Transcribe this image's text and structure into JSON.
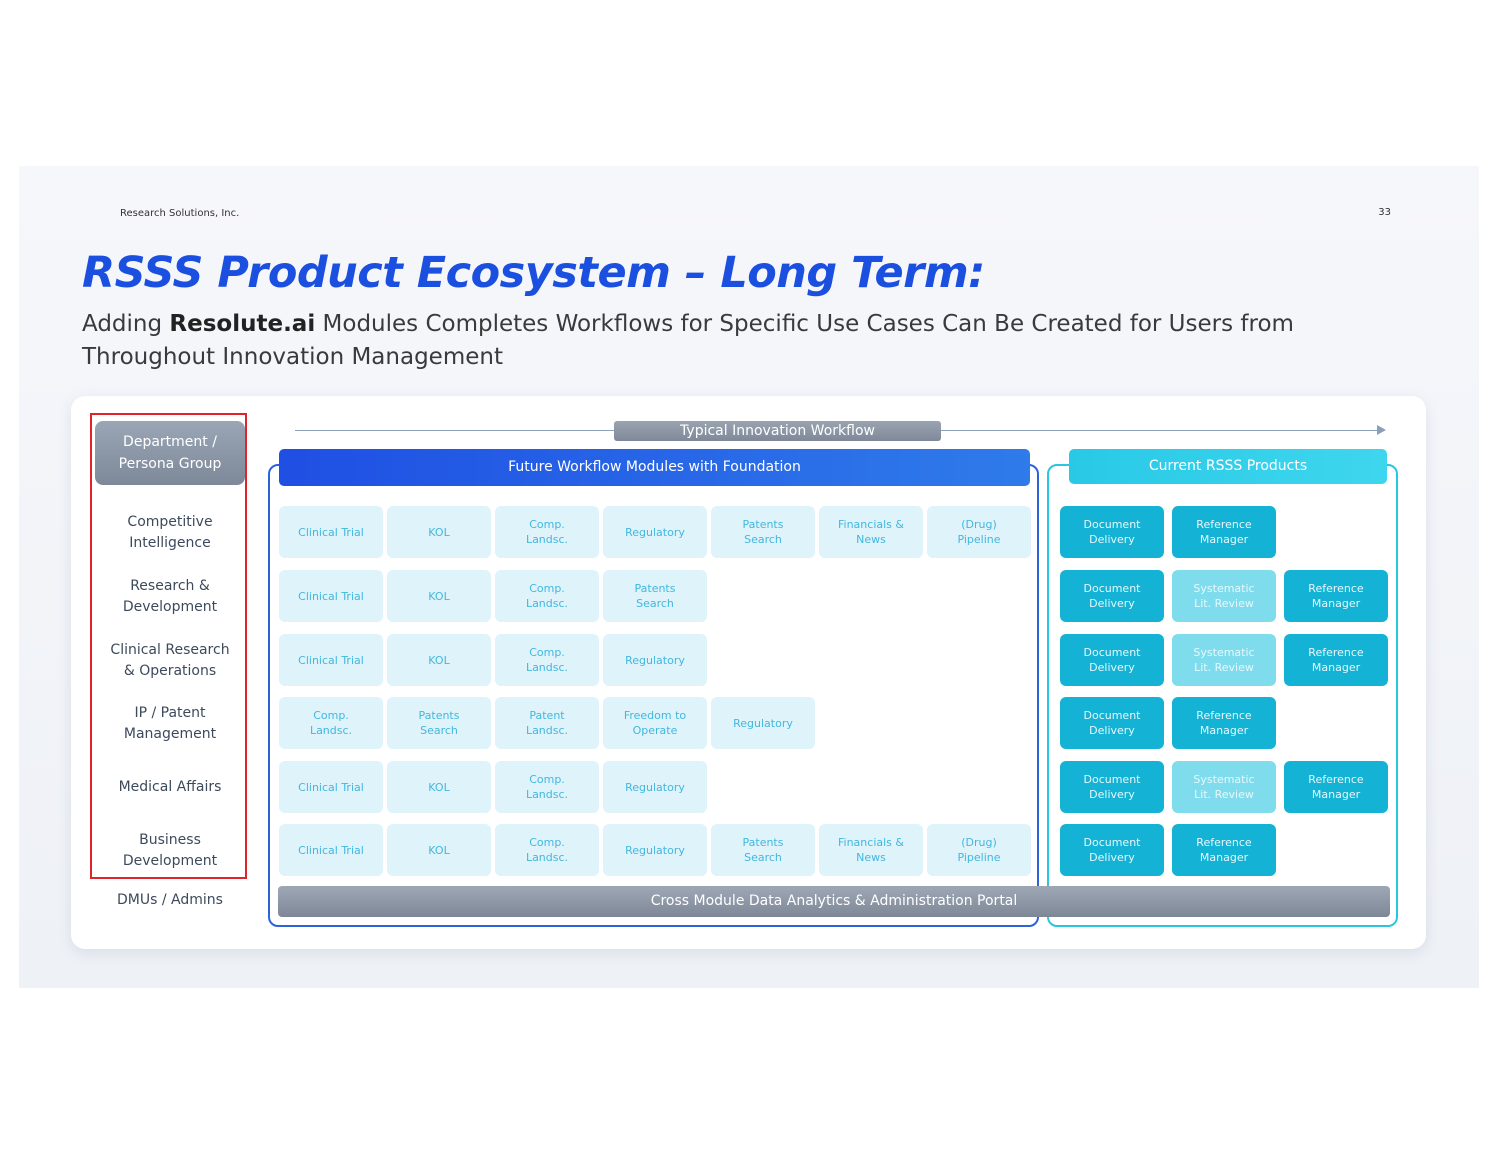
{
  "company": "Research Solutions, Inc.",
  "page_number": "33",
  "title": "RSSS Product Ecosystem – Long Term:",
  "subtitle": {
    "pre": "Adding ",
    "bold": "Resolute.ai",
    "post": " Modules Completes Workflows for Specific Use Cases Can Be Created for Users from Throughout Innovation Management"
  },
  "dept_header": [
    "Department /",
    "Persona Group"
  ],
  "workflow_label": "Typical Innovation Workflow",
  "future_header": "Future Workflow Modules with Foundation",
  "current_header": "Current RSSS Products",
  "footer_bar": "Cross Module Data Analytics & Administration Portal",
  "dmu_label": "DMUs / Admins",
  "colors": {
    "title_blue": "#1a4fe0",
    "future_blue": "#2b63d8",
    "current_teal": "#29c6e0",
    "red_highlight": "#e0242b"
  },
  "rows": [
    {
      "department": [
        "Competitive",
        "Intelligence"
      ],
      "modules": [
        [
          "Clinical Trial"
        ],
        [
          "KOL"
        ],
        [
          "Comp.",
          "Landsc."
        ],
        [
          "Regulatory"
        ],
        [
          "Patents",
          "Search"
        ],
        [
          "Financials &",
          "News"
        ],
        [
          "(Drug)",
          "Pipeline"
        ]
      ],
      "products": [
        {
          "label": [
            "Document",
            "Delivery"
          ],
          "style": "dark"
        },
        {
          "label": [
            "Reference",
            "Manager"
          ],
          "style": "dark"
        }
      ]
    },
    {
      "department": [
        "Research &",
        "Development"
      ],
      "modules": [
        [
          "Clinical Trial"
        ],
        [
          "KOL"
        ],
        [
          "Comp.",
          "Landsc."
        ],
        [
          "Patents",
          "Search"
        ]
      ],
      "products": [
        {
          "label": [
            "Document",
            "Delivery"
          ],
          "style": "dark"
        },
        {
          "label": [
            "Systematic",
            "Lit. Review"
          ],
          "style": "light"
        },
        {
          "label": [
            "Reference",
            "Manager"
          ],
          "style": "dark"
        }
      ]
    },
    {
      "department": [
        "Clinical Research",
        "& Operations"
      ],
      "modules": [
        [
          "Clinical Trial"
        ],
        [
          "KOL"
        ],
        [
          "Comp.",
          "Landsc."
        ],
        [
          "Regulatory"
        ]
      ],
      "products": [
        {
          "label": [
            "Document",
            "Delivery"
          ],
          "style": "dark"
        },
        {
          "label": [
            "Systematic",
            "Lit. Review"
          ],
          "style": "light"
        },
        {
          "label": [
            "Reference",
            "Manager"
          ],
          "style": "dark"
        }
      ]
    },
    {
      "department": [
        "IP / Patent",
        "Management"
      ],
      "modules": [
        [
          "Comp.",
          "Landsc."
        ],
        [
          "Patents",
          "Search"
        ],
        [
          "Patent",
          "Landsc."
        ],
        [
          "Freedom to",
          "Operate"
        ],
        [
          "Regulatory"
        ]
      ],
      "products": [
        {
          "label": [
            "Document",
            "Delivery"
          ],
          "style": "dark"
        },
        {
          "label": [
            "Reference",
            "Manager"
          ],
          "style": "dark"
        }
      ]
    },
    {
      "department": [
        "Medical Affairs"
      ],
      "modules": [
        [
          "Clinical Trial"
        ],
        [
          "KOL"
        ],
        [
          "Comp.",
          "Landsc."
        ],
        [
          "Regulatory"
        ]
      ],
      "products": [
        {
          "label": [
            "Document",
            "Delivery"
          ],
          "style": "dark"
        },
        {
          "label": [
            "Systematic",
            "Lit. Review"
          ],
          "style": "light"
        },
        {
          "label": [
            "Reference",
            "Manager"
          ],
          "style": "dark"
        }
      ]
    },
    {
      "department": [
        "Business",
        "Development"
      ],
      "modules": [
        [
          "Clinical Trial"
        ],
        [
          "KOL"
        ],
        [
          "Comp.",
          "Landsc."
        ],
        [
          "Regulatory"
        ],
        [
          "Patents",
          "Search"
        ],
        [
          "Financials &",
          "News"
        ],
        [
          "(Drug)",
          "Pipeline"
        ]
      ],
      "products": [
        {
          "label": [
            "Document",
            "Delivery"
          ],
          "style": "dark"
        },
        {
          "label": [
            "Reference",
            "Manager"
          ],
          "style": "dark"
        }
      ]
    }
  ]
}
